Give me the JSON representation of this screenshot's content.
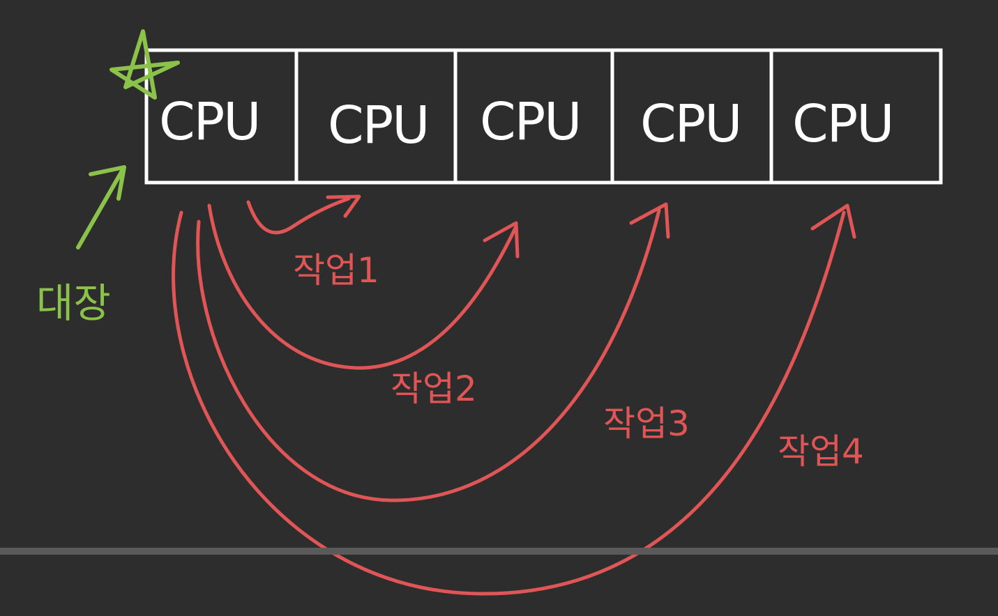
{
  "colors": {
    "background": "#2d2d2d",
    "cell_stroke": "#ffffff",
    "arc": "#e05555",
    "leader": "#8bc34a",
    "divider": "#5a5a5a"
  },
  "cells": [
    {
      "label": "CPU"
    },
    {
      "label": "CPU"
    },
    {
      "label": "CPU"
    },
    {
      "label": "CPU"
    },
    {
      "label": "CPU"
    }
  ],
  "leader": {
    "label": "대장",
    "icons": [
      "star-icon",
      "arrow-up-right-icon"
    ]
  },
  "tasks": [
    {
      "label": "작업1"
    },
    {
      "label": "작업2"
    },
    {
      "label": "작업3"
    },
    {
      "label": "작업4"
    }
  ]
}
